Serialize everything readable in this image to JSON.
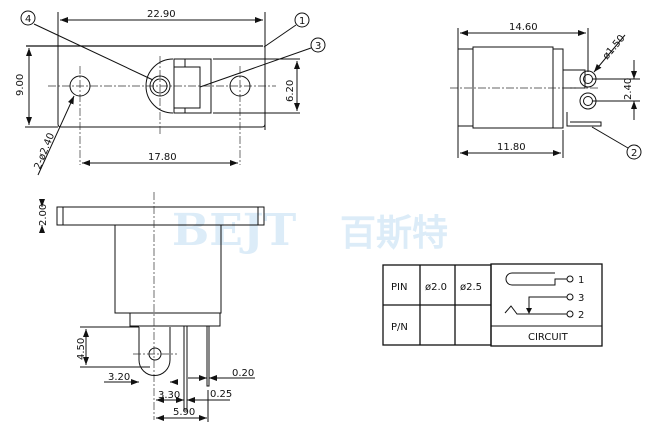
{
  "watermark": {
    "latin": "BEJT",
    "cjk": "百斯特",
    "color": "#dcecf8"
  },
  "top_view": {
    "dims": {
      "width": "22.90",
      "height": "9.00",
      "inner_height": "6.20",
      "hole_spacing": "17.80",
      "holes": "2-ø2.40"
    },
    "balloons": [
      "4",
      "1",
      "3"
    ]
  },
  "side_view": {
    "dims": {
      "flange": "2.00",
      "tab_height": "4.50",
      "tab_width": "3.20",
      "pin_offset": "3.30",
      "pin_span": "5.90",
      "pin_thick_a": "0.20",
      "pin_thick_b": "0.25"
    }
  },
  "right_view": {
    "dims": {
      "length": "14.60",
      "body": "11.80",
      "pin_dia": "ø1.50",
      "pin_pitch": "2.40"
    },
    "balloons": [
      "2"
    ]
  },
  "table": {
    "header": [
      "PIN",
      "ø2.0",
      "ø2.5"
    ],
    "row2": [
      "P/N",
      "",
      ""
    ],
    "circuit_label": "CIRCUIT",
    "circuit_pins": [
      "1",
      "3",
      "2"
    ]
  }
}
